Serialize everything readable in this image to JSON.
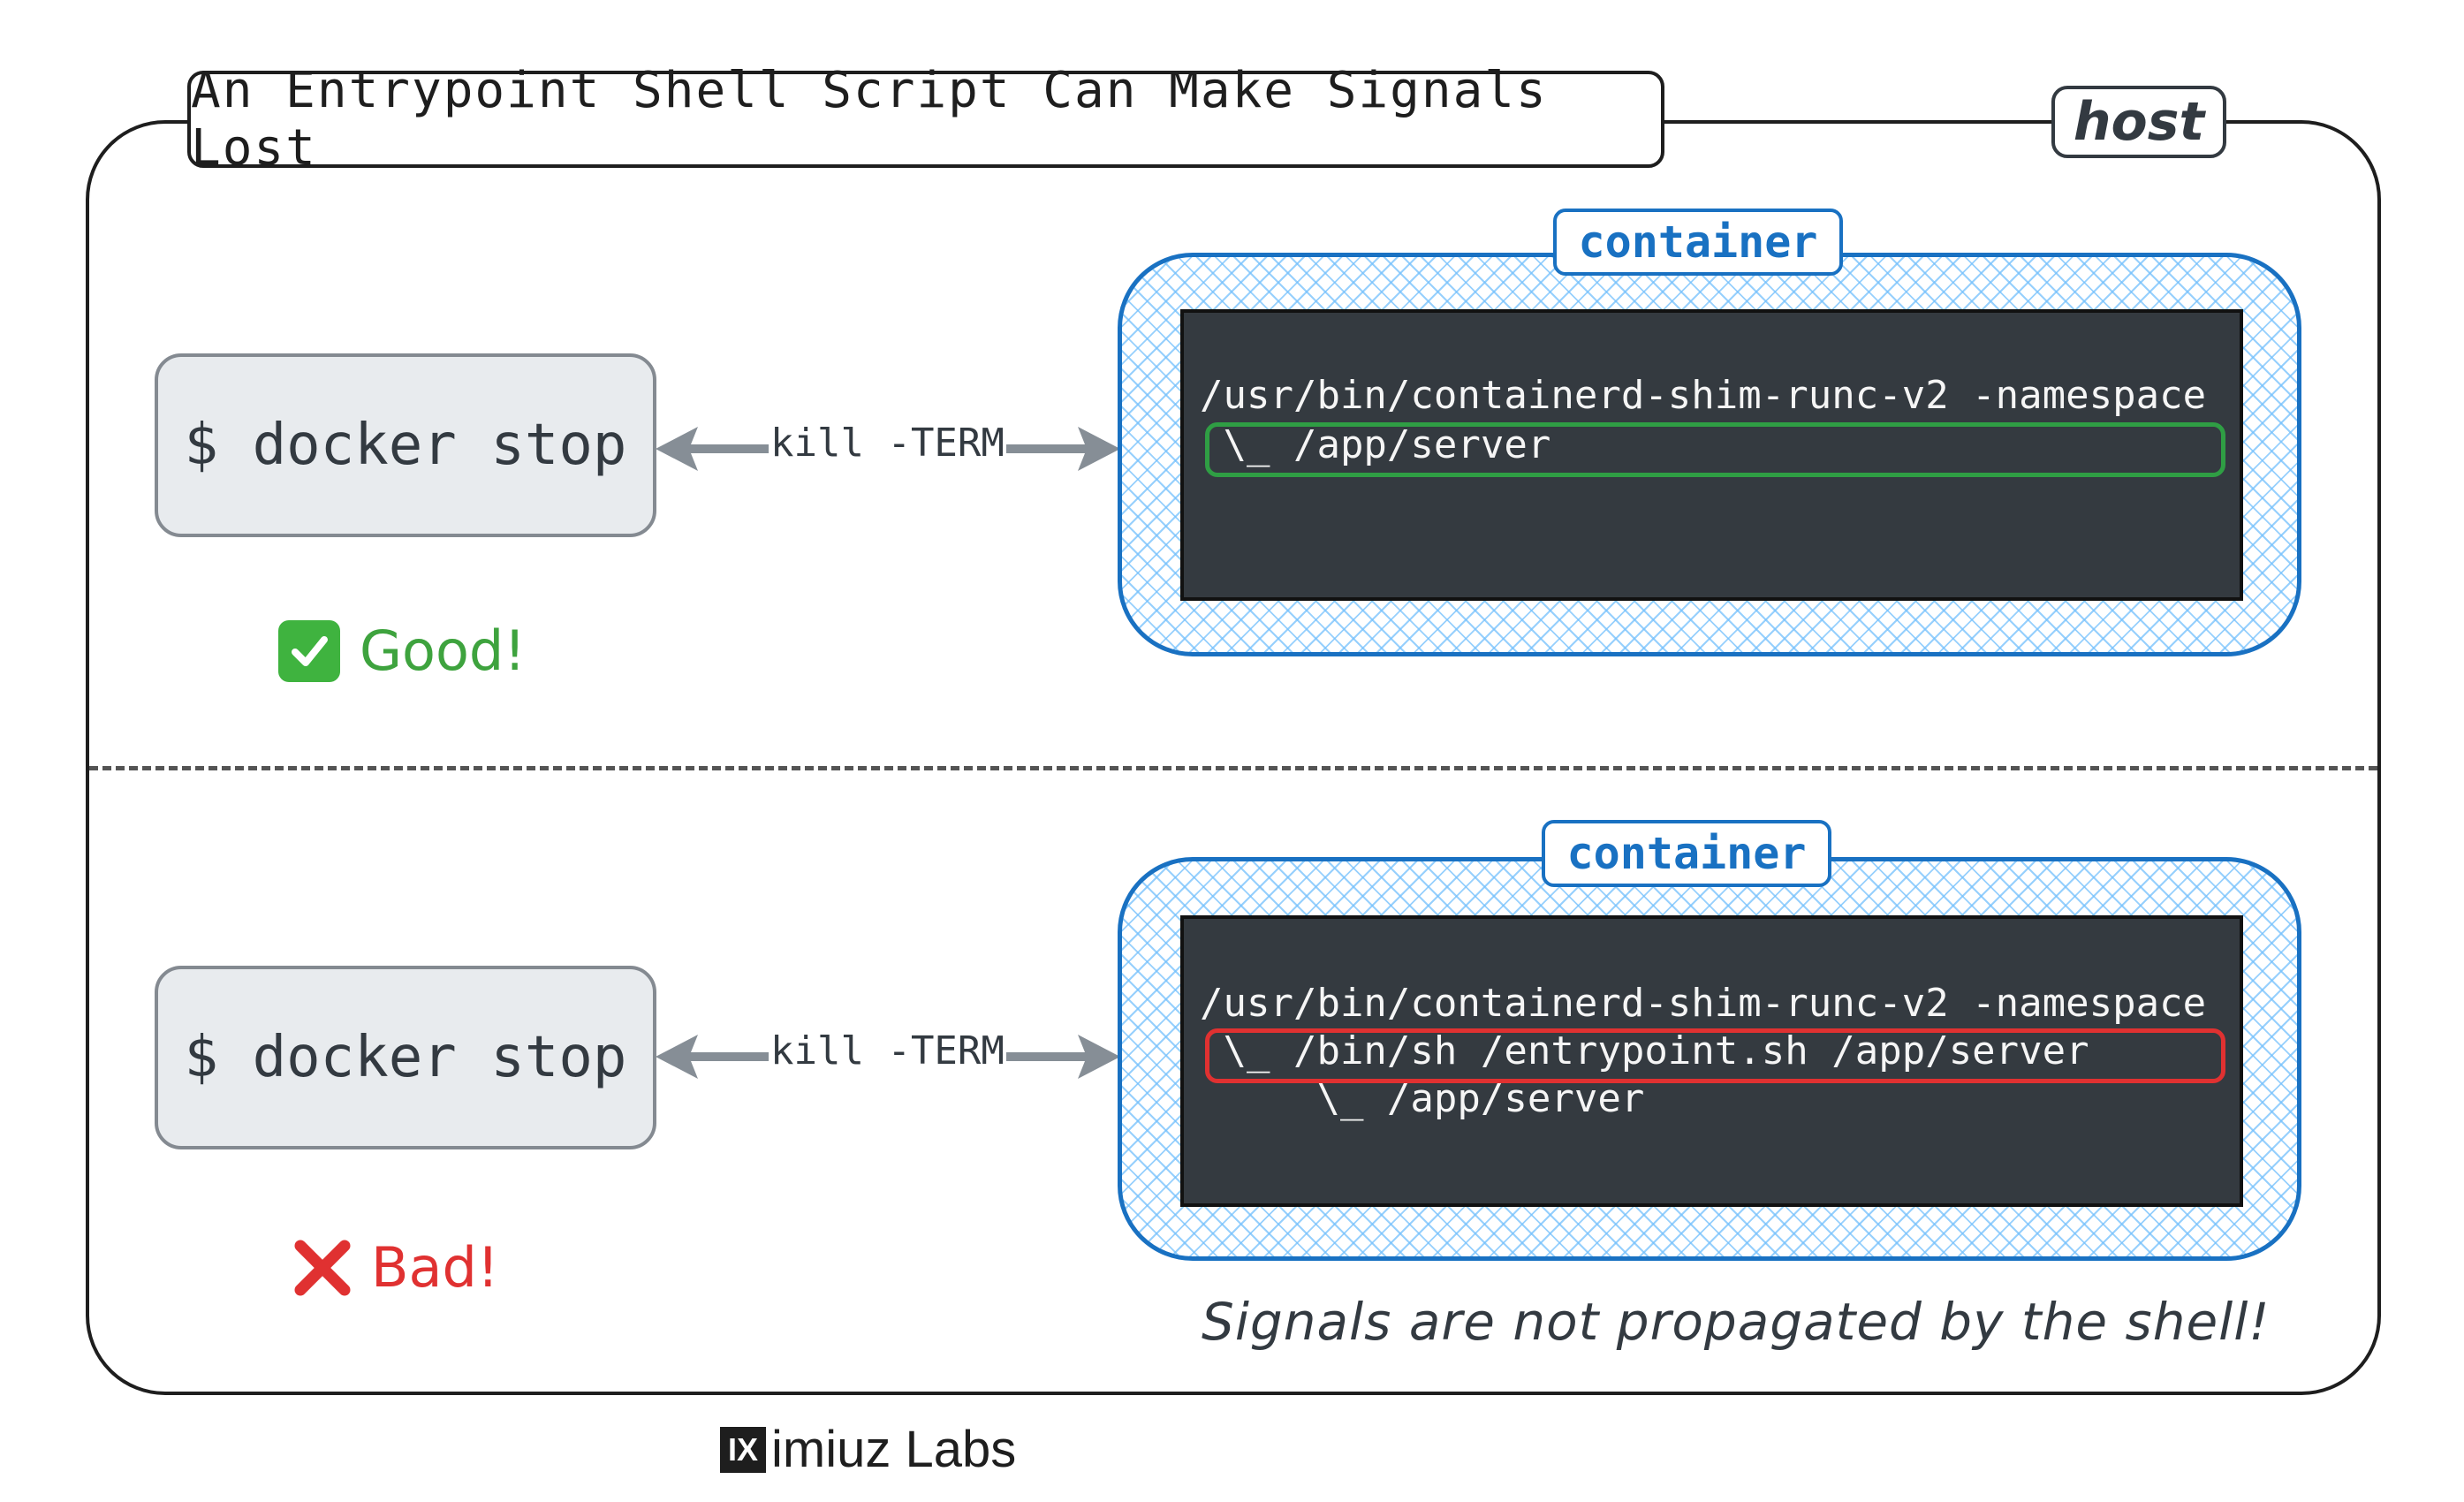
{
  "title": "An Entrypoint Shell Script Can Make Signals Lost",
  "host_label": "host",
  "scenarios": [
    {
      "command": "$ docker stop",
      "signal_label": "kill -TERM",
      "container_label": "container",
      "process_tree": [
        "/usr/bin/containerd-shim-runc-v2 -namespace",
        " \\_ /app/server"
      ],
      "highlight_color": "#2f9e44",
      "status_text": "Good!",
      "status_icon": "check-mark-icon"
    },
    {
      "command": "$ docker stop",
      "signal_label": "kill -TERM",
      "container_label": "container",
      "process_tree": [
        "/usr/bin/containerd-shim-runc-v2 -namespace",
        " \\_ /bin/sh /entrypoint.sh /app/server",
        "     \\_ /app/server"
      ],
      "highlight_color": "#e03131",
      "status_text": "Bad!",
      "status_icon": "cross-mark-icon"
    }
  ],
  "note": "Signals are not propagated by the shell!",
  "brand": {
    "logo_text": "IX",
    "name": "imiuz Labs"
  },
  "colors": {
    "container_border": "#1971c2",
    "terminal_bg": "#343a40",
    "good": "#3ea33e",
    "bad": "#e03131"
  }
}
